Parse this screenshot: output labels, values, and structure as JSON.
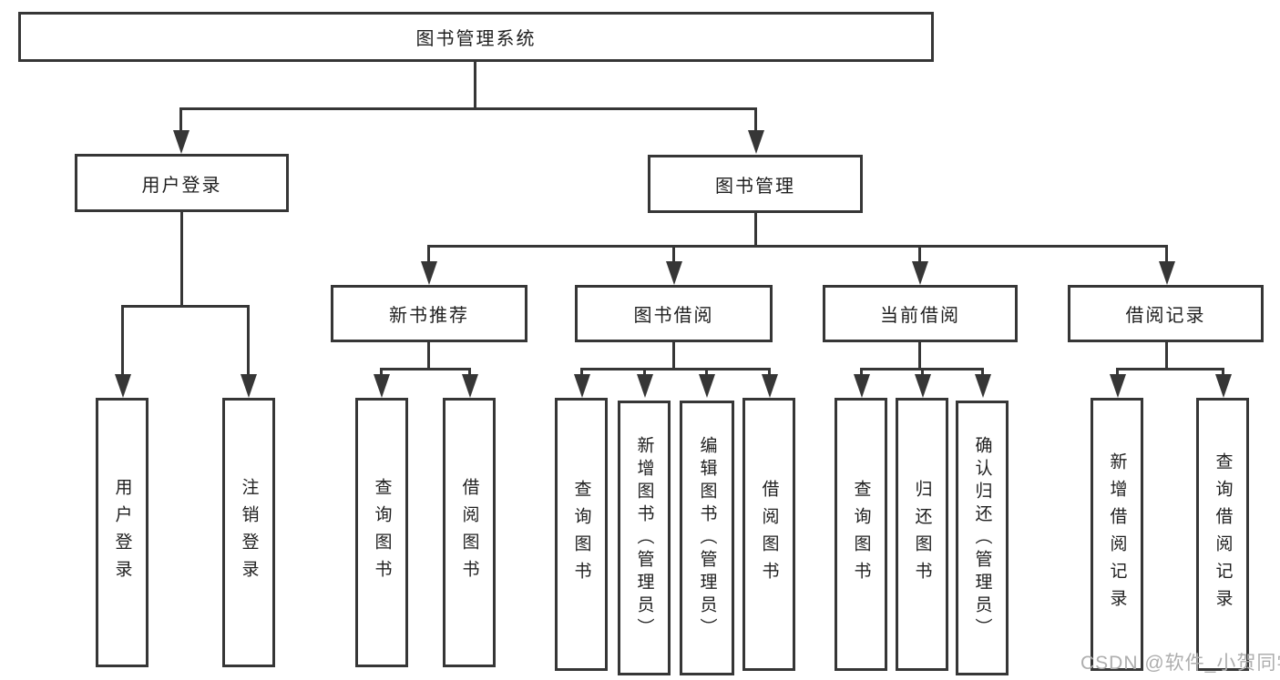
{
  "diagram": {
    "type": "hierarchy-tree",
    "colors": {
      "line": "#363636",
      "box_border": "#363636",
      "box_fill": "#ffffff",
      "text": "#1f1f1f",
      "watermark": "#aeaeae",
      "background": "#ffffff"
    },
    "tree": {
      "root": {
        "label": "图书管理系统",
        "children": [
          {
            "label": "用户登录",
            "children": [
              {
                "label": "用户登录"
              },
              {
                "label": "注销登录"
              }
            ]
          },
          {
            "label": "图书管理",
            "children": [
              {
                "label": "新书推荐",
                "children": [
                  {
                    "label": "查询图书"
                  },
                  {
                    "label": "借阅图书"
                  }
                ]
              },
              {
                "label": "图书借阅",
                "children": [
                  {
                    "label": "查询图书"
                  },
                  {
                    "label": "新增图书（管理员）"
                  },
                  {
                    "label": "编辑图书（管理员）"
                  },
                  {
                    "label": "借阅图书"
                  }
                ]
              },
              {
                "label": "当前借阅",
                "children": [
                  {
                    "label": "查询图书"
                  },
                  {
                    "label": "归还图书"
                  },
                  {
                    "label": "确认归还（管理员）"
                  }
                ]
              },
              {
                "label": "借阅记录",
                "children": [
                  {
                    "label": "新增借阅记录"
                  },
                  {
                    "label": "查询借阅记录"
                  }
                ]
              }
            ]
          }
        ]
      }
    },
    "watermark": "CSDN @软件_小贺同学"
  }
}
